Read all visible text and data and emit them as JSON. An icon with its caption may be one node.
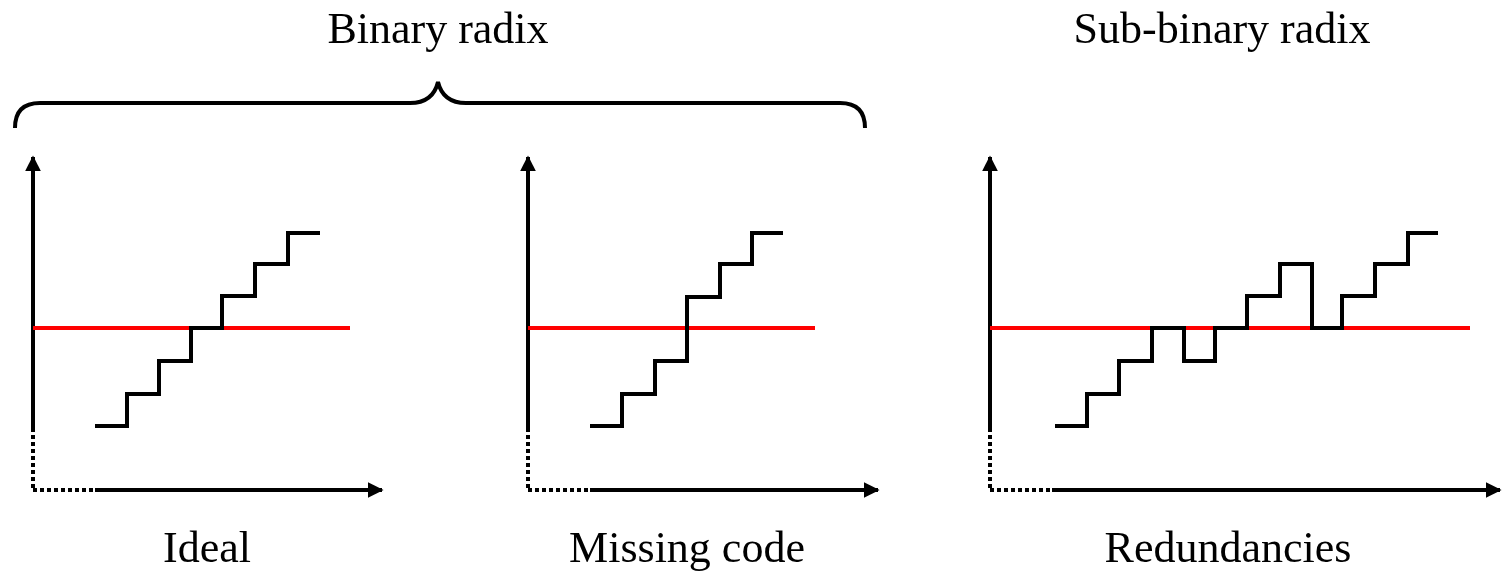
{
  "diagram": {
    "labels": [
      "Binary radix",
      "Sub-binary radix",
      "Ideal",
      "Missing code",
      "Redundancies"
    ]
  }
}
